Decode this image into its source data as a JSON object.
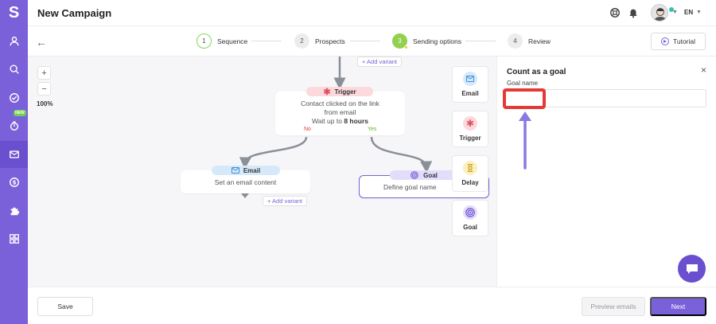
{
  "sidebar": {
    "logo": "S",
    "new_badge": "NEW",
    "items": [
      {
        "icon": "user-icon"
      },
      {
        "icon": "search-icon"
      },
      {
        "icon": "check-circle-icon"
      },
      {
        "icon": "timer-icon"
      },
      {
        "icon": "mail-icon"
      },
      {
        "icon": "dollar-icon"
      },
      {
        "icon": "puzzle-icon"
      },
      {
        "icon": "grid-icon"
      }
    ]
  },
  "header": {
    "title": "New Campaign",
    "language": "EN"
  },
  "steps": [
    {
      "number": "1",
      "label": "Sequence"
    },
    {
      "number": "2",
      "label": "Prospects"
    },
    {
      "number": "3",
      "label": "Sending options"
    },
    {
      "number": "4",
      "label": "Review"
    }
  ],
  "tutorial_label": "Tutorial",
  "canvas": {
    "zoom_in": "+",
    "zoom_out": "−",
    "zoom_level": "100%",
    "add_variant": "+ Add variant",
    "trigger": {
      "tag": "Trigger",
      "line1": "Contact clicked on the link",
      "line2": "from email",
      "wait_prefix": "Wait up to ",
      "wait_value": "8 hours",
      "no": "No",
      "yes": "Yes"
    },
    "email_node": {
      "tag": "Email",
      "text": "Set an email content"
    },
    "goal_node": {
      "tag": "Goal",
      "text": "Define goal name"
    },
    "palette": [
      {
        "label": "Email"
      },
      {
        "label": "Trigger"
      },
      {
        "label": "Delay"
      },
      {
        "label": "Goal"
      }
    ]
  },
  "panel": {
    "title": "Count as a goal",
    "close": "×",
    "field_label": "Goal name",
    "field_value": ""
  },
  "footer": {
    "save": "Save",
    "preview": "Preview emails",
    "next": "Next"
  },
  "colors": {
    "accent": "#7b61d9",
    "highlight": "#e53935",
    "step_done": "#7ed957"
  }
}
